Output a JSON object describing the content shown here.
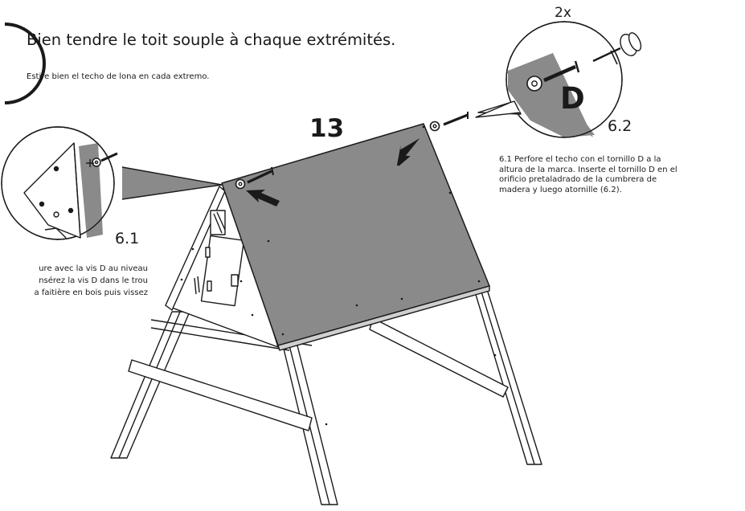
{
  "instructions": {
    "title_fr": "Bien tendre le toit souple à chaque extrémités.",
    "title_es": "Estire bien el techo de lona en cada extremo.",
    "step_number": "13",
    "note_es": "6.1 Perfore el techo con el tornillo D a la altura de la marca. Inserte el tornillo D en el orificio pretaladrado de la cumbrera de madera y luego atornille (6.2).",
    "note_fr_lines": [
      "ure avec la vis D au niveau",
      "nsérez la vis D dans le trou",
      "a faitière en bois puis vissez"
    ]
  },
  "details": {
    "quantity": "2x",
    "part_letter": "D",
    "detail_62_label": "6.2",
    "detail_61_label": "6.1"
  },
  "colors": {
    "roof_panel": "#8a8a8a",
    "line": "#1a1a1a",
    "background": "#ffffff"
  },
  "icons": [
    "arrow-icon",
    "screw-icon",
    "washer-icon",
    "screwdriver-icon"
  ]
}
